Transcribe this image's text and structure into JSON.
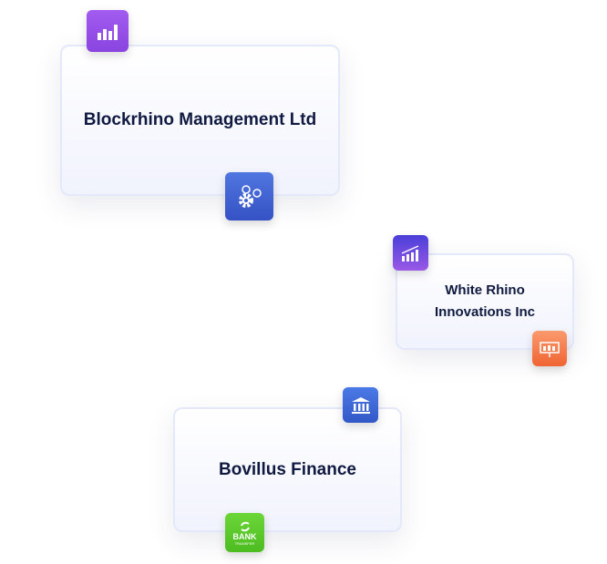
{
  "cards": [
    {
      "name": "Blockrhino Management Ltd",
      "icons": [
        "bar-chart-icon",
        "gears-icon"
      ]
    },
    {
      "name": "White Rhino Innovations Inc",
      "icons": [
        "growth-chart-icon",
        "presentation-board-icon"
      ]
    },
    {
      "name": "Bovillus Finance",
      "icons": [
        "bank-icon",
        "bank-transfer-icon"
      ]
    }
  ],
  "bank_transfer_logo": {
    "line1": "BANK",
    "line2": "TRANSFER"
  },
  "colors": {
    "purple": "#9b4fe8",
    "indigo": "#5a3fd6",
    "blue": "#3d63d6",
    "orange": "#f56c3a",
    "green": "#5ccc2a",
    "text": "#101a40"
  }
}
